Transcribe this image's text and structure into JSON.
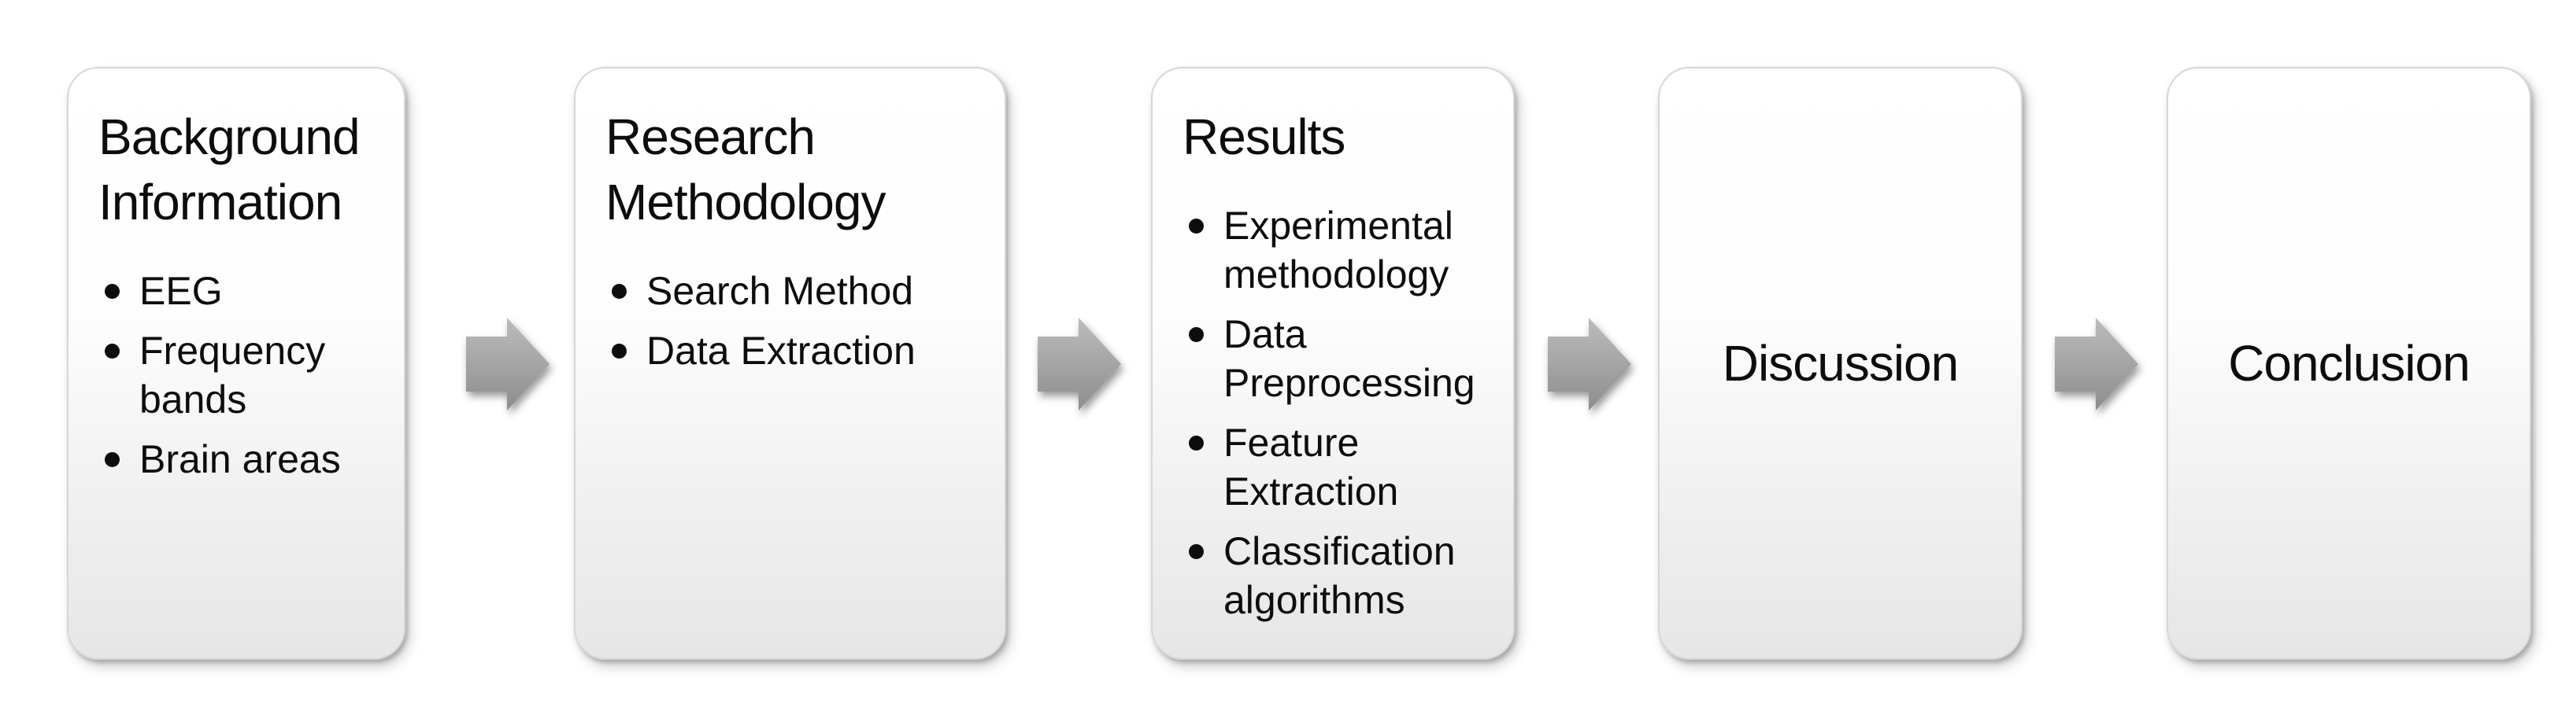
{
  "diagram": {
    "stages": [
      {
        "title": "Background Information",
        "bullets": [
          "EEG",
          "Frequency bands",
          "Brain areas"
        ]
      },
      {
        "title": "Research Methodology",
        "bullets": [
          "Search Method",
          "Data Extraction"
        ]
      },
      {
        "title": "Results",
        "bullets": [
          "Experimental methodology",
          "Data Preprocessing",
          "Feature Extraction",
          "Classification algorithms"
        ]
      },
      {
        "title": "Discussion",
        "bullets": []
      },
      {
        "title": "Conclusion",
        "bullets": []
      }
    ],
    "arrow_icon": "right-block-arrow",
    "colors": {
      "background": "#ffffff",
      "box_fill_top": "#ffffff",
      "box_fill_bottom": "#e6e6e6",
      "box_border": "#d6d6d6",
      "arrow_gradient_top": "#bcbcbc",
      "arrow_gradient_bottom": "#8d8d8d",
      "text": "#0d0d0d"
    }
  }
}
